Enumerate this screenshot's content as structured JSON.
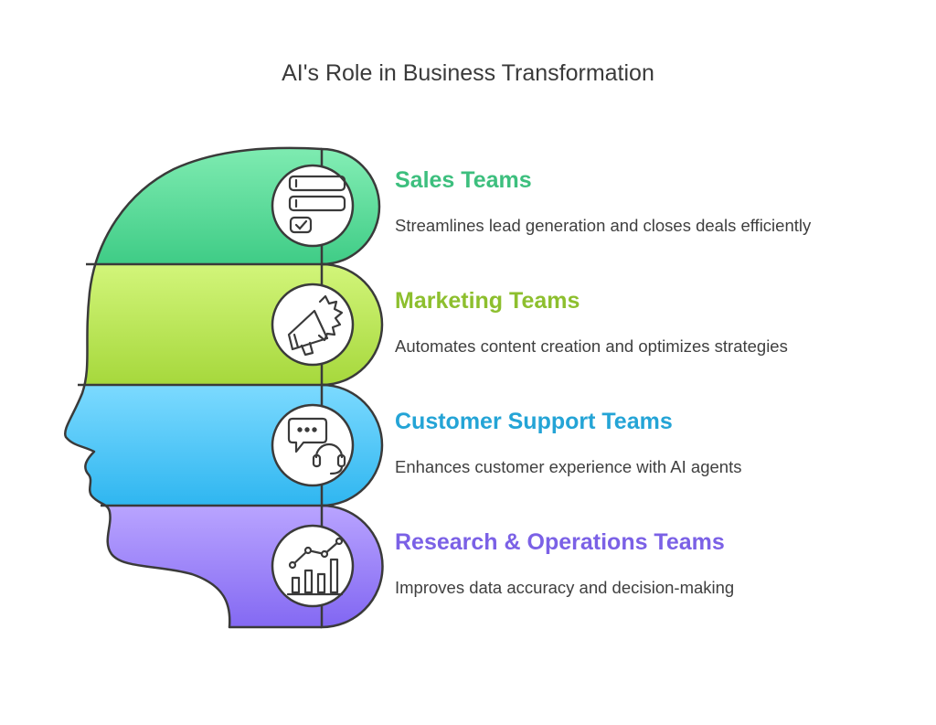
{
  "title": "AI's Role in Business Transformation",
  "items": [
    {
      "title": "Sales Teams",
      "description": "Streamlines lead generation and closes deals efficiently",
      "color": "#3dbf7e",
      "fill_top": "#84eeb5",
      "fill_bottom": "#3fcc86",
      "icon": "checklist-icon"
    },
    {
      "title": "Marketing Teams",
      "description": "Automates content creation and optimizes strategies",
      "color": "#8dbf2e",
      "fill_top": "#d2f57a",
      "fill_bottom": "#a6d83c",
      "icon": "megaphone-icon"
    },
    {
      "title": "Customer Support Teams",
      "description": "Enhances customer experience with AI agents",
      "color": "#24a4d6",
      "fill_top": "#7cdaff",
      "fill_bottom": "#2fb6f0",
      "icon": "support-chat-icon"
    },
    {
      "title": "Research & Operations Teams",
      "description": "Improves data accuracy and decision-making",
      "color": "#7b61e6",
      "fill_top": "#b9a4ff",
      "fill_bottom": "#8166f2",
      "icon": "analytics-chart-icon"
    }
  ]
}
